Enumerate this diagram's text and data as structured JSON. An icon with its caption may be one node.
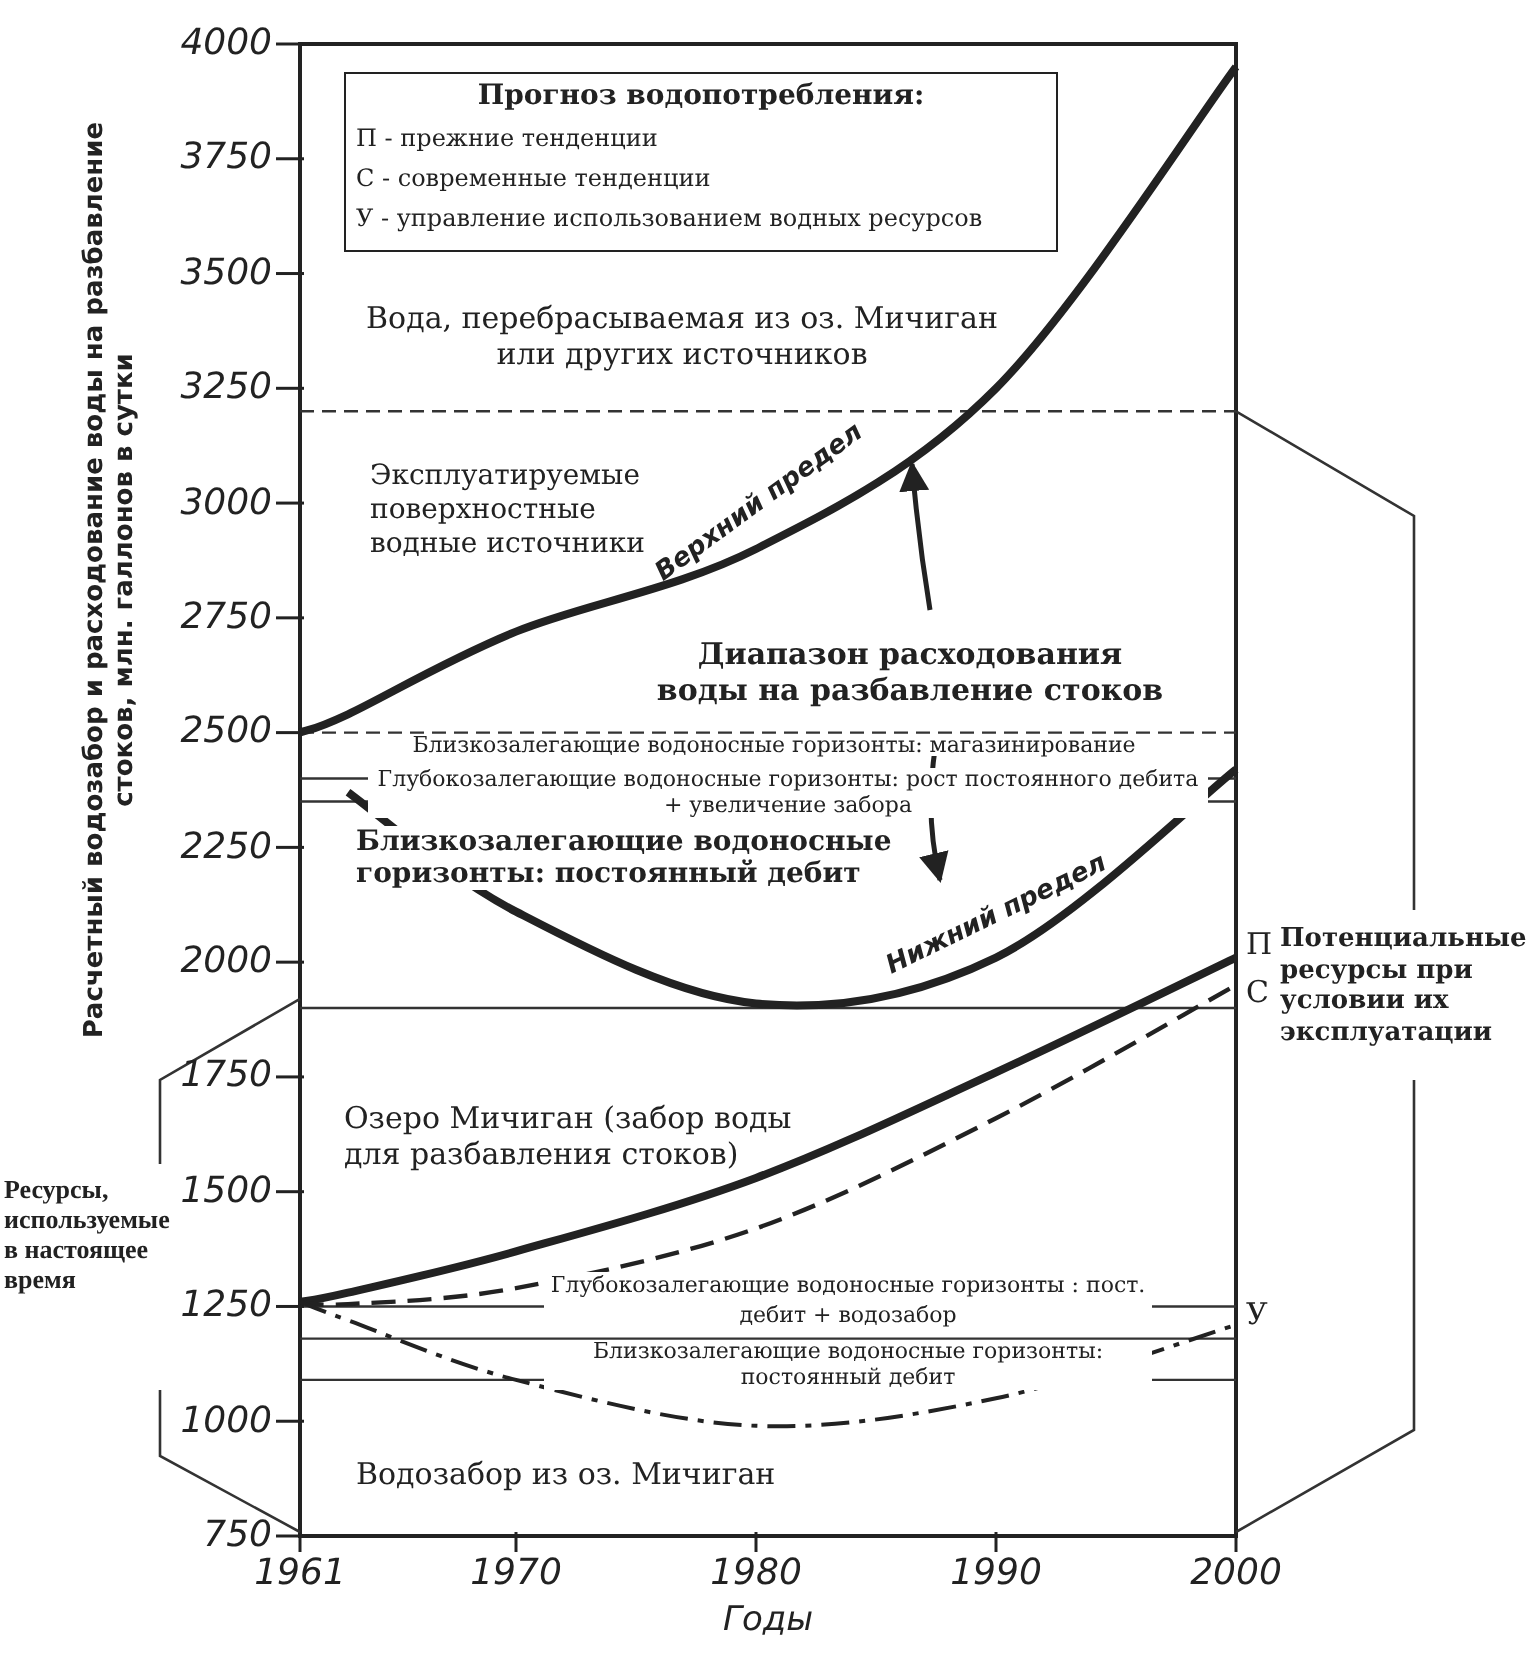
{
  "diagram": {
    "labels": [
      "Прогноз водопотребления:",
      "Вода, перебрасываемая из оз. Мичиган или других источников",
      "Эксплуатируемые поверхностные водные источники",
      "Диапазон расходования воды на разбавление стоков",
      "Близкозалегающие водоносные горизонты: магазинирование",
      "Глубокозалегающие водоносные горизонты: рост постоянного дебита + увеличение забора",
      "Близкозалегающие водоносные горизонты: постоянный дебит",
      "Потенциальные ресурсы при условии их эксплуатации",
      "Озеро Мичиган (забор воды для разбавления стоков)",
      "Ресурсы, используемые в настоящее время",
      "Глубокозалегающие водоносные горизонты : пост. дебит + водозабор",
      "Близкозалегающие водоносные горизонты: постоянный дебит",
      "Водозабор из оз. Мичиган"
    ],
    "legend": [
      {
        "text": "П - прежние тенденции"
      },
      {
        "text": "С - современные тенденции"
      },
      {
        "text": "У - управление использованием водных ресурсов"
      }
    ],
    "chart_data": {
      "type": "line",
      "xlabel": "Годы",
      "ylabel": "Расчетный водозабор и расходование воды на разбавление стоков, млн. галлонов в сутки",
      "x": [
        1961,
        1963,
        1970,
        1980,
        1990,
        2000
      ],
      "series": [
        {
          "name": "П",
          "color": "#222222",
          "values": [
            1260,
            1280,
            1370,
            1530,
            1760,
            2010
          ]
        },
        {
          "name": "С",
          "color": "#222222",
          "line_style": "dashed",
          "values": [
            1260,
            1255,
            1290,
            1420,
            1660,
            1950
          ]
        },
        {
          "name": "У",
          "color": "#222222",
          "line_style": "dashdot",
          "values": [
            1260,
            1220,
            1090,
            990,
            1050,
            1210
          ]
        },
        {
          "name": "Верхний предел",
          "color": "#222222",
          "values": [
            2500,
            2540,
            2720,
            2900,
            3250,
            3950
          ]
        },
        {
          "name": "Нижний предел",
          "color": "#222222",
          "values": [
            null,
            2370,
            2110,
            1910,
            2010,
            2420
          ]
        }
      ],
      "ref_lines": [
        {
          "axis": "y",
          "value": 3200
        },
        {
          "axis": "y",
          "value": 2500
        },
        {
          "axis": "y",
          "value": 2400
        },
        {
          "axis": "y",
          "value": 2350
        },
        {
          "axis": "y",
          "value": 1900
        },
        {
          "axis": "y",
          "value": 1250
        },
        {
          "axis": "y",
          "value": 1180
        },
        {
          "axis": "y",
          "value": 1090
        }
      ],
      "xlim": [
        1961,
        2000
      ],
      "ylim": [
        750,
        4000
      ],
      "xticks": [
        1961,
        1970,
        1980,
        1990,
        2000
      ],
      "yticks": [
        750,
        1000,
        1250,
        1500,
        1750,
        2000,
        2250,
        2500,
        2750,
        3000,
        3250,
        3500,
        3750,
        4000
      ]
    }
  }
}
